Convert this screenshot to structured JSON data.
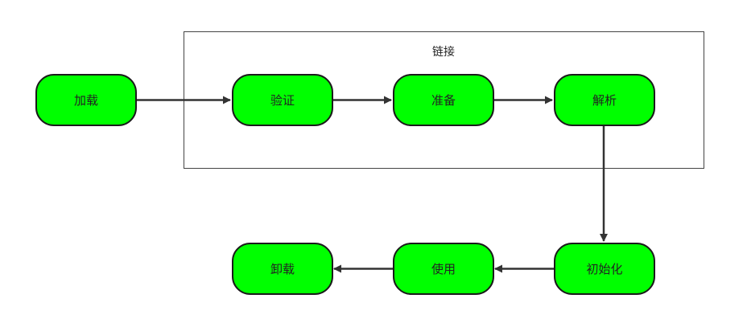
{
  "group": {
    "label": "链接"
  },
  "stages": {
    "load": "加载",
    "verify": "验证",
    "prepare": "准备",
    "resolve": "解析",
    "initialize": "初始化",
    "use": "使用",
    "unload": "卸载"
  },
  "colors": {
    "node_fill": "#00ff00",
    "node_stroke": "#1a1a1a",
    "edge": "#333333",
    "group_stroke": "#444444"
  },
  "edges": [
    {
      "from": "load",
      "to": "verify"
    },
    {
      "from": "verify",
      "to": "prepare"
    },
    {
      "from": "prepare",
      "to": "resolve"
    },
    {
      "from": "resolve",
      "to": "initialize"
    },
    {
      "from": "initialize",
      "to": "use"
    },
    {
      "from": "use",
      "to": "unload"
    }
  ]
}
